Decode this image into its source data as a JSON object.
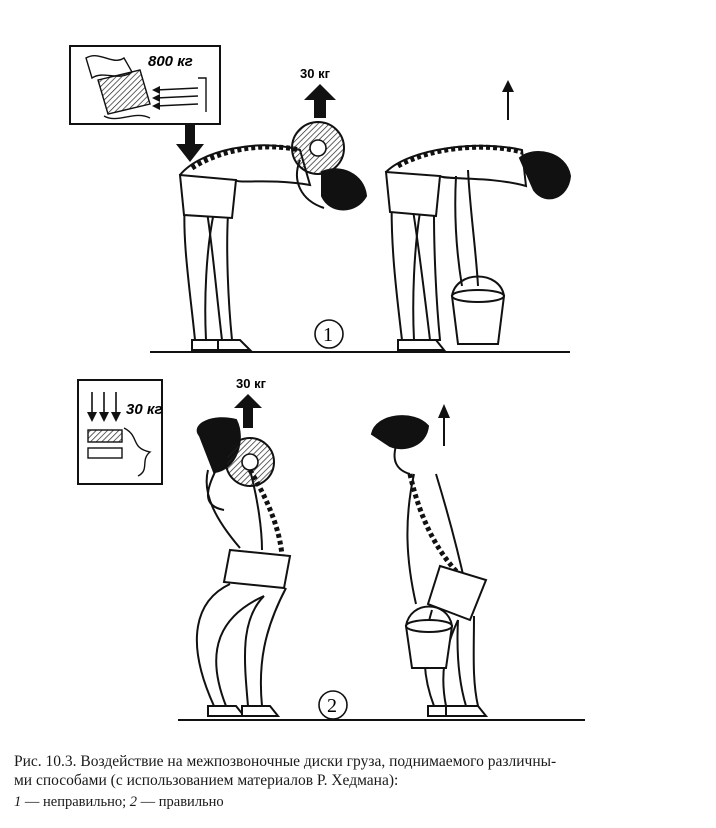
{
  "figure": {
    "panel1": {
      "inset_label": "800 кг",
      "weight_label": "30 кг",
      "number": "1"
    },
    "panel2": {
      "inset_label": "30 кг",
      "weight_label": "30 кг",
      "number": "2"
    }
  },
  "caption": {
    "line1": "Рис. 10.3. Воздействие на межпозвоночные диски груза, поднимаемого различны-",
    "line2": "ми способами (с использованием материалов Р. Хедмана):",
    "legend_num1": "1",
    "legend_text1": " — неправильно; ",
    "legend_num2": "2",
    "legend_text2": " — правильно"
  }
}
